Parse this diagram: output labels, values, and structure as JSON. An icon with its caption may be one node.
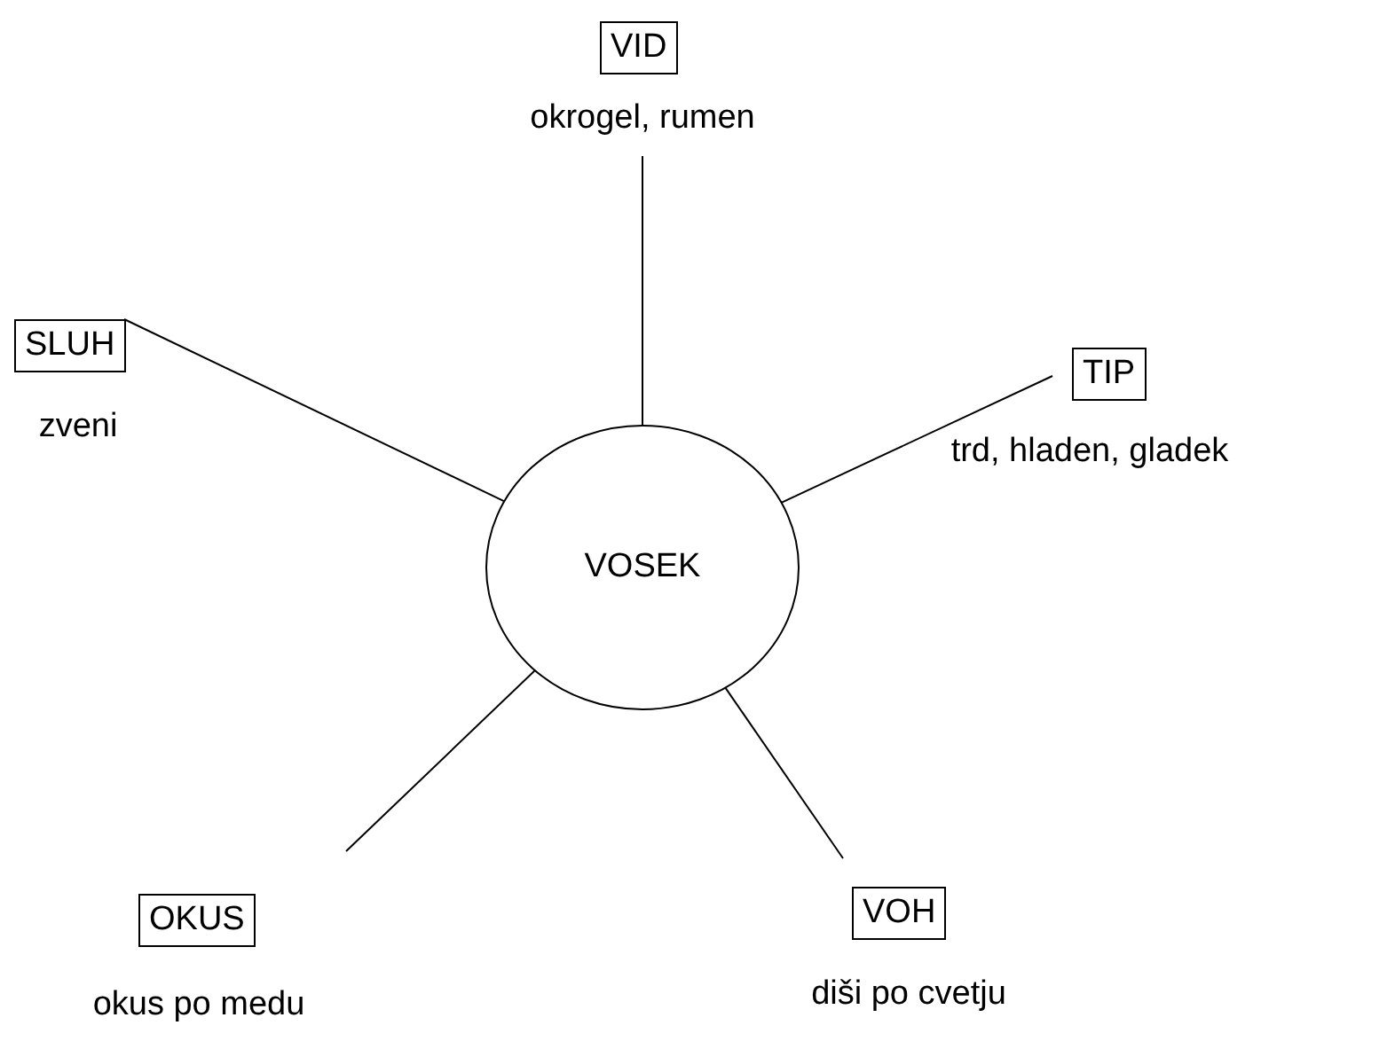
{
  "diagram": {
    "nodes": [
      {
        "text": [
          "VOSEK"
        ]
      },
      {
        "text": [
          "VID"
        ],
        "beside": [
          "okrogel, rumen"
        ]
      },
      {
        "text": [
          "SLUH"
        ],
        "beside": [
          "zveni"
        ]
      },
      {
        "text": [
          "TIP"
        ],
        "beside": [
          "trd, hladen, gladek"
        ]
      },
      {
        "text": [
          "OKUS"
        ],
        "beside": [
          "okus po medu"
        ]
      },
      {
        "text": [
          "VOH"
        ],
        "beside": [
          "diši po cvetju"
        ]
      }
    ],
    "edges": [
      {
        "from": 0,
        "to": 1,
        "arrow": "none"
      },
      {
        "from": 0,
        "to": 2,
        "arrow": "none"
      },
      {
        "from": 0,
        "to": 3,
        "arrow": "none"
      },
      {
        "from": 0,
        "to": 4,
        "arrow": "none"
      },
      {
        "from": 0,
        "to": 5,
        "arrow": "none"
      }
    ]
  }
}
